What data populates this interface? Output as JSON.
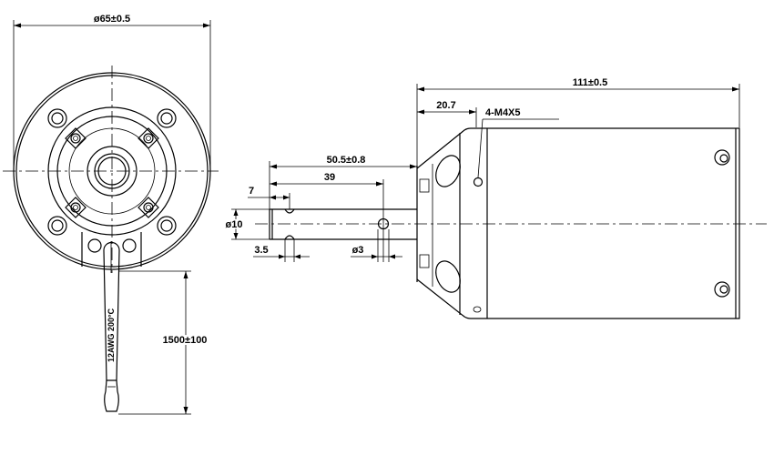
{
  "front_view": {
    "diameter_label": "ø65±0.5",
    "lead_length_label": "1500±100",
    "wire_spec_label": "12AWG  200°C"
  },
  "side_view": {
    "overall_length_label": "111±0.5",
    "flange_length_label": "20.7",
    "mount_hole_label": "4-M4X5",
    "shaft_length_label": "50.5±0.8",
    "pin_hole_distance_label": "39",
    "groove_distance_label": "7",
    "shaft_diameter_label": "ø10",
    "groove_width_label": "3.5",
    "pin_hole_diameter_label": "ø3"
  }
}
